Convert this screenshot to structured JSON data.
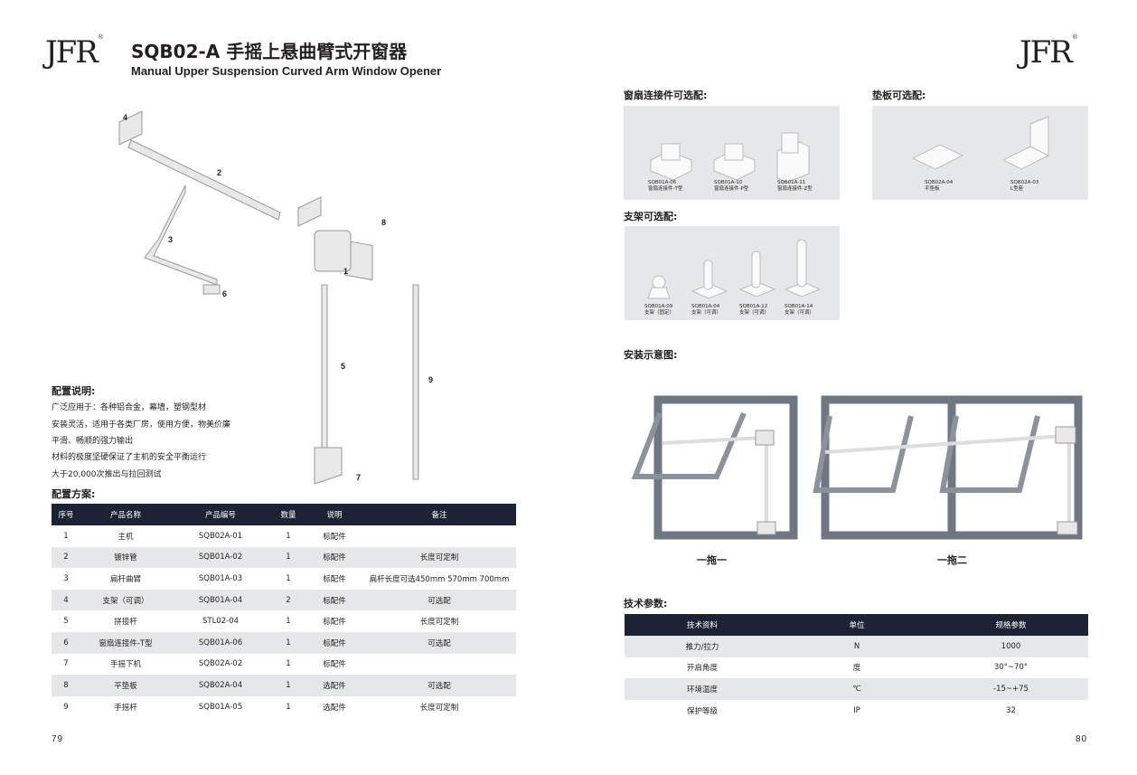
{
  "logo": "JFR",
  "title": "SQB02-A 手摇上悬曲臂式开窗器",
  "subtitle": "Manual Upper Suspension Curved Arm Window Opener",
  "diagram_labels": [
    "1",
    "2",
    "3",
    "4",
    "5",
    "6",
    "7",
    "8",
    "9"
  ],
  "config_desc": {
    "heading": "配置说明:",
    "lines": [
      "广泛应用于：各种铝合金，幕墙，塑钢型材",
      "安装灵活，适用于各类厂房，使用方便，物美价廉",
      "平滑、畅顺的强力输出",
      "材料的极度坚硬保证了主机的安全平衡运行",
      "大于20,000次推出与拉回测试"
    ]
  },
  "config_plan": {
    "heading": "配置方案:",
    "headers": [
      "序号",
      "产品名称",
      "产品编号",
      "数量",
      "说明",
      "备注"
    ],
    "rows": [
      [
        "1",
        "主机",
        "SQB02A-01",
        "1",
        "标配件",
        ""
      ],
      [
        "2",
        "镀锌管",
        "SQB01A-02",
        "1",
        "标配件",
        "长度可定制"
      ],
      [
        "3",
        "扁杆曲臂",
        "SQB01A-03",
        "1",
        "标配件",
        "扁杆长度可选450mm 570mm 700mm"
      ],
      [
        "4",
        "支架（可调）",
        "SQB01A-04",
        "2",
        "标配件",
        "可选配"
      ],
      [
        "5",
        "拼接杆",
        "STL02-04",
        "1",
        "标配件",
        "长度可定制"
      ],
      [
        "6",
        "窗扇连接件-T型",
        "SQB01A-06",
        "1",
        "标配件",
        "可选配"
      ],
      [
        "7",
        "手摇下机",
        "SQB02A-02",
        "1",
        "标配件",
        ""
      ],
      [
        "8",
        "平垫板",
        "SQB02A-04",
        "1",
        "选配件",
        "可选配"
      ],
      [
        "9",
        "手摇杆",
        "SQB01A-05",
        "1",
        "选配件",
        "长度可定制"
      ]
    ]
  },
  "sash_options": {
    "heading": "窗扇连接件可选配:",
    "items": [
      {
        "code": "SQB01A-06",
        "name": "窗扇连接件-T型"
      },
      {
        "code": "SQB01A-10",
        "name": "窗扇连接件-P型"
      },
      {
        "code": "SQB01A-11",
        "name": "窗扇连接件-Z型"
      }
    ]
  },
  "plate_options": {
    "heading": "垫板可选配:",
    "items": [
      {
        "code": "SQB02A-04",
        "name": "平垫板"
      },
      {
        "code": "SQB02A-03",
        "name": "L型座"
      }
    ]
  },
  "bracket_options": {
    "heading": "支架可选配:",
    "items": [
      {
        "code": "SQB01A-09",
        "name": "支架（固定）"
      },
      {
        "code": "SQB01A-04",
        "name": "支架（可调）"
      },
      {
        "code": "SQB01A-12",
        "name": "支架（可调）"
      },
      {
        "code": "SQB01A-14",
        "name": "支架（可调）"
      }
    ]
  },
  "install": {
    "heading": "安装示意图:",
    "captions": [
      "一拖一",
      "一拖二"
    ]
  },
  "tech": {
    "heading": "技术参数:",
    "headers": [
      "技术资料",
      "单位",
      "规格参数"
    ],
    "rows": [
      [
        "推力/拉力",
        "N",
        "1000"
      ],
      [
        "开启角度",
        "度",
        "30°~70°"
      ],
      [
        "环境温度",
        "℃",
        "-15~+75"
      ],
      [
        "保护等级",
        "IP",
        "32"
      ]
    ]
  },
  "pages": [
    "79",
    "80"
  ]
}
